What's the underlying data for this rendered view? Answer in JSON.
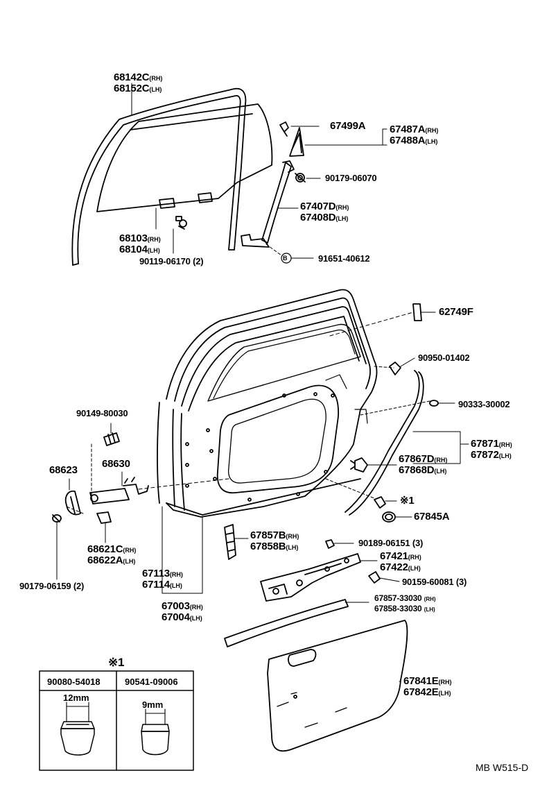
{
  "labels": {
    "l68142c": {
      "code": "68142C",
      "side": "(RH)"
    },
    "l68152c": {
      "code": "68152C",
      "side": "(LH)"
    },
    "l67499a": {
      "code": "67499A"
    },
    "l67487a": {
      "code": "67487A",
      "side": "(RH)"
    },
    "l67488a": {
      "code": "67488A",
      "side": "(LH)"
    },
    "l90179_06070": {
      "code": "90179-06070"
    },
    "l67407d": {
      "code": "67407D",
      "side": "(RH)"
    },
    "l67408d": {
      "code": "67408D",
      "side": "(LH)"
    },
    "l68103": {
      "code": "68103",
      "side": "(RH)"
    },
    "l68104": {
      "code": "68104",
      "side": "(LH)"
    },
    "l90119_06170": {
      "code": "90119-06170",
      "qty": "(2)"
    },
    "l91651_40612": {
      "code": "91651-40612",
      "marker": "B"
    },
    "l62749f": {
      "code": "62749F"
    },
    "l90950_01402": {
      "code": "90950-01402"
    },
    "l90333_30002": {
      "code": "90333-30002"
    },
    "l90149_80030": {
      "code": "90149-80030"
    },
    "l68623": {
      "code": "68623"
    },
    "l68630": {
      "code": "68630"
    },
    "l67871": {
      "code": "67871",
      "side": "(RH)"
    },
    "l67872": {
      "code": "67872",
      "side": "(LH)"
    },
    "l67867d": {
      "code": "67867D",
      "side": "(RH)"
    },
    "l67868d": {
      "code": "67868D",
      "side": "(LH)"
    },
    "l_note1": {
      "code": "※1"
    },
    "l67845a": {
      "code": "67845A"
    },
    "l68621c": {
      "code": "68621C",
      "side": "(RH)"
    },
    "l68622a": {
      "code": "68622A",
      "side": "(LH)"
    },
    "l67857b": {
      "code": "67857B",
      "side": "(RH)"
    },
    "l67858b": {
      "code": "67858B",
      "side": "(LH)"
    },
    "l90189_06151": {
      "code": "90189-06151",
      "qty": "(3)"
    },
    "l67421": {
      "code": "67421",
      "side": "(RH)"
    },
    "l67422": {
      "code": "67422",
      "side": "(LH)"
    },
    "l90179_06159": {
      "code": "90179-06159",
      "qty": "(2)"
    },
    "l67113": {
      "code": "67113",
      "side": "(RH)"
    },
    "l67114": {
      "code": "67114",
      "side": "(LH)"
    },
    "l90159_60081": {
      "code": "90159-60081",
      "qty": "(3)"
    },
    "l67857_33030": {
      "code": "67857-33030",
      "side": "(RH)"
    },
    "l67858_33030": {
      "code": "67858-33030",
      "side": "(LH)"
    },
    "l67003": {
      "code": "67003",
      "side": "(RH)"
    },
    "l67004": {
      "code": "67004",
      "side": "(LH)"
    },
    "l67841e": {
      "code": "67841E",
      "side": "(RH)"
    },
    "l67842e": {
      "code": "67842E",
      "side": "(LH)"
    }
  },
  "note_table": {
    "title": "※1",
    "col1": {
      "part": "90080-54018",
      "dim": "12mm"
    },
    "col2": {
      "part": "90541-09006",
      "dim": "9mm"
    }
  },
  "footer": {
    "code": "MB W515-D"
  }
}
